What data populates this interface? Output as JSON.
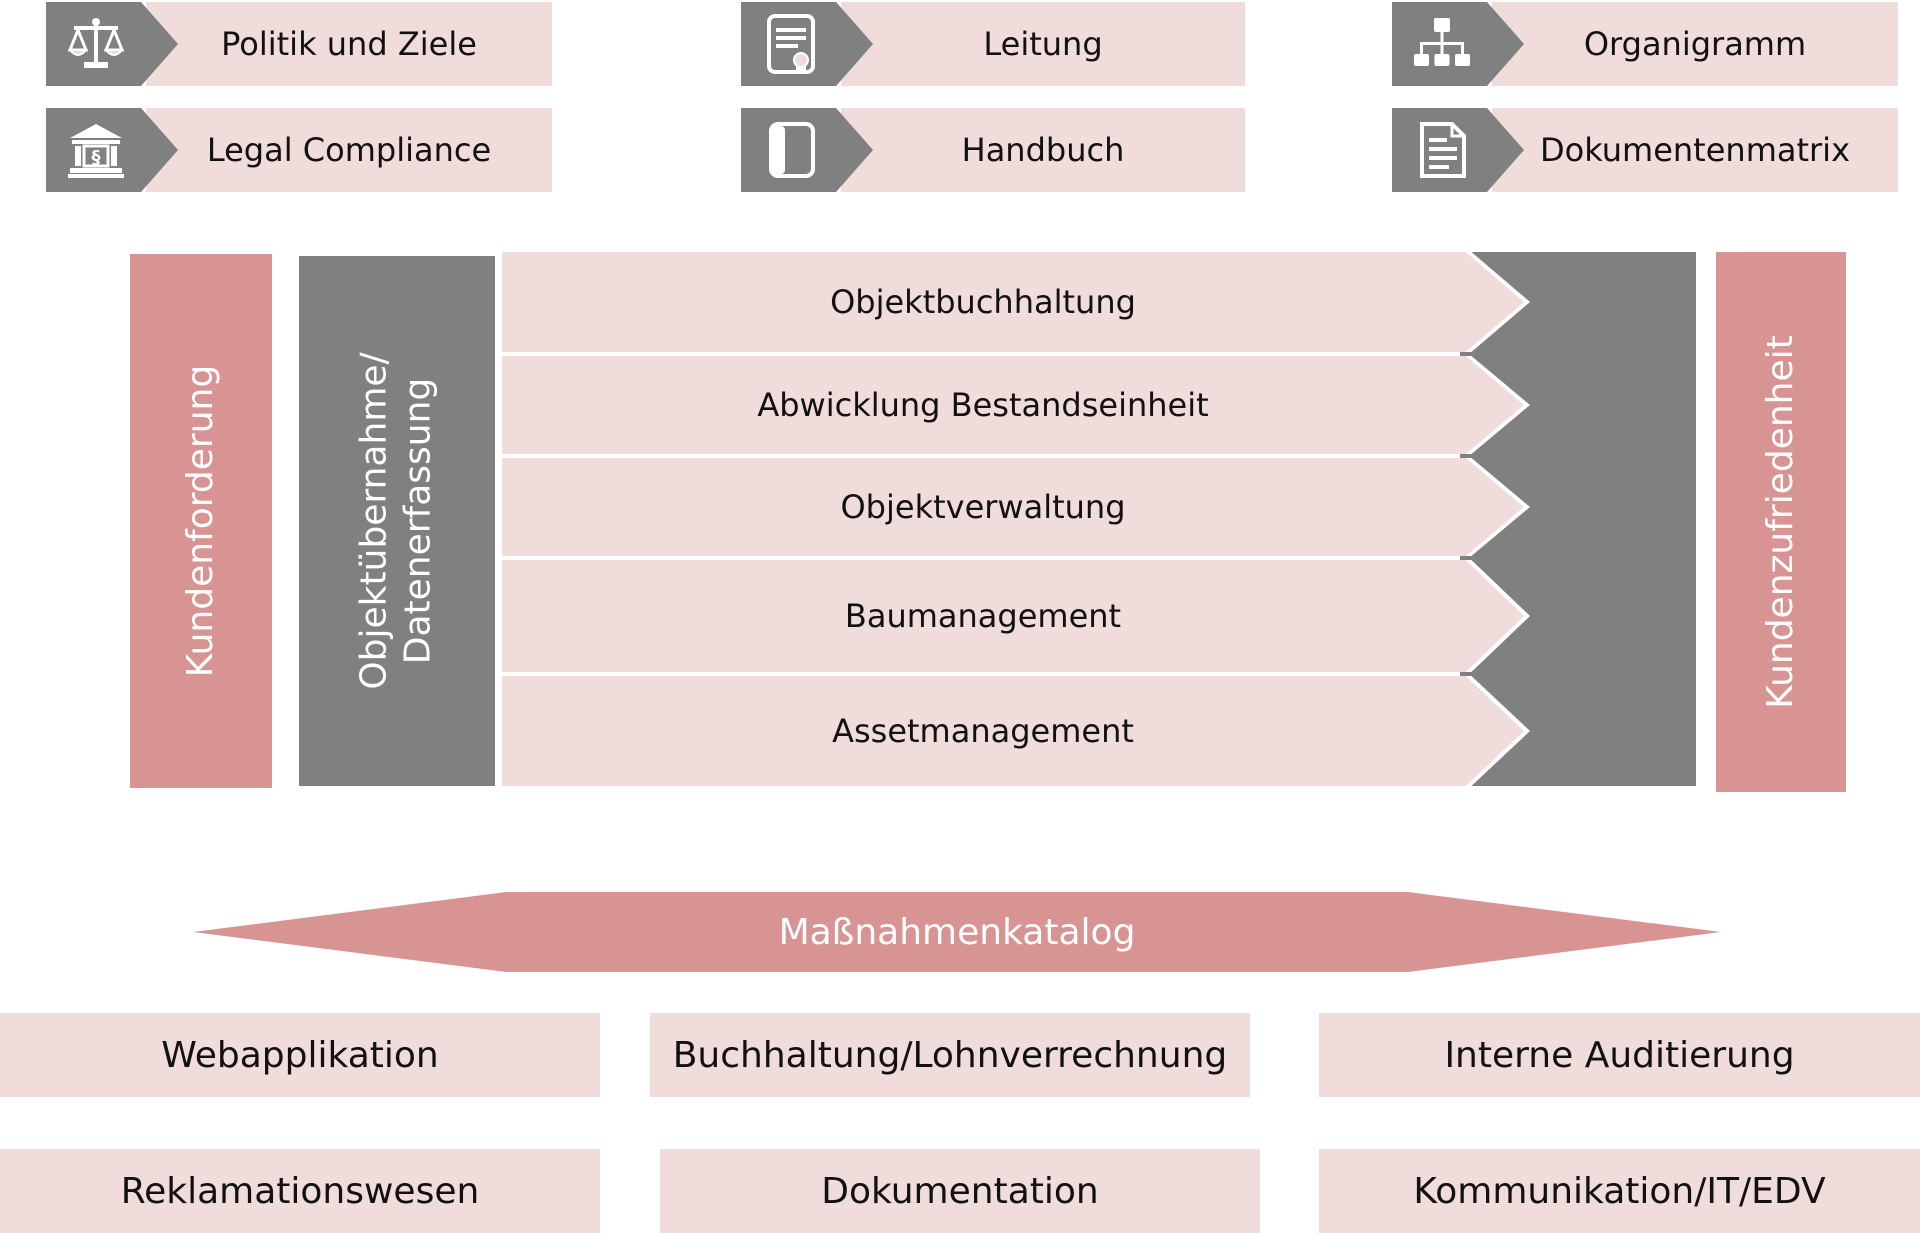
{
  "colors": {
    "light_pink": "#f1dcdc",
    "rose": "#d89493",
    "gray": "#808080",
    "white": "#ffffff"
  },
  "documents": [
    {
      "label": "Politik und Ziele",
      "icon": "scales-icon"
    },
    {
      "label": "Leitung",
      "icon": "certificate-icon"
    },
    {
      "label": "Organigramm",
      "icon": "org-chart-icon"
    },
    {
      "label": "Legal Compliance",
      "icon": "courthouse-icon"
    },
    {
      "label": "Handbuch",
      "icon": "book-icon"
    },
    {
      "label": "Dokumentenmatrix",
      "icon": "document-icon"
    }
  ],
  "input": {
    "label": "Kundenforderung"
  },
  "intake": {
    "line1": "Objektübernahme/",
    "line2": "Datenerfassung"
  },
  "processes": [
    "Objektbuchhaltung",
    "Abwicklung Bestandseinheit",
    "Objektverwaltung",
    "Baumanagement",
    "Assetmanagement"
  ],
  "output": {
    "label": "Kundenzufriedenheit"
  },
  "catalog": {
    "label": "Maßnahmenkatalog"
  },
  "support": [
    "Webapplikation",
    "Buchhaltung/Lohnverrechnung",
    "Interne Auditierung",
    "Reklamationswesen",
    "Dokumentation",
    "Kommunikation/IT/EDV"
  ]
}
